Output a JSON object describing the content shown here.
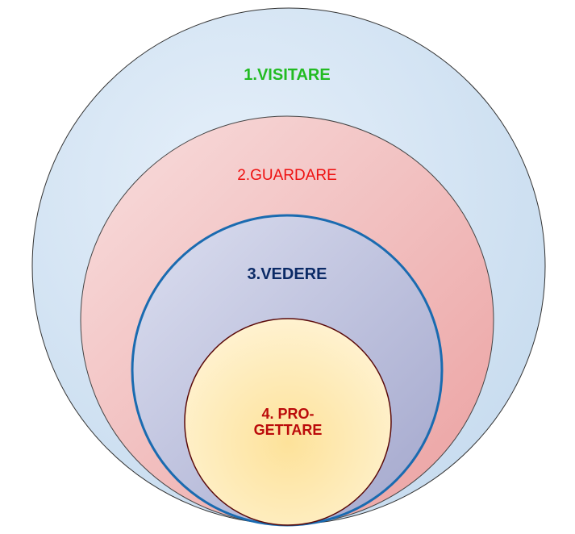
{
  "diagram": {
    "circles": [
      {
        "label": "1.VISITARE",
        "text_color": "#22bb22",
        "fill": "#d6e6f4",
        "stroke": "#333333"
      },
      {
        "label": "2.GUARDARE",
        "text_color": "#ee1111",
        "fill": "#f2c0c0",
        "stroke": "#444444"
      },
      {
        "label": "3.VEDERE",
        "text_color": "#0b2a66",
        "fill": "#c4c8e0",
        "stroke": "#1a6bb0"
      },
      {
        "label_line1": "4. PRO-",
        "label_line2": "GETTARE",
        "text_color": "#bb0a0a",
        "fill": "#fde8a8",
        "stroke": "#5a0a0a"
      }
    ]
  }
}
